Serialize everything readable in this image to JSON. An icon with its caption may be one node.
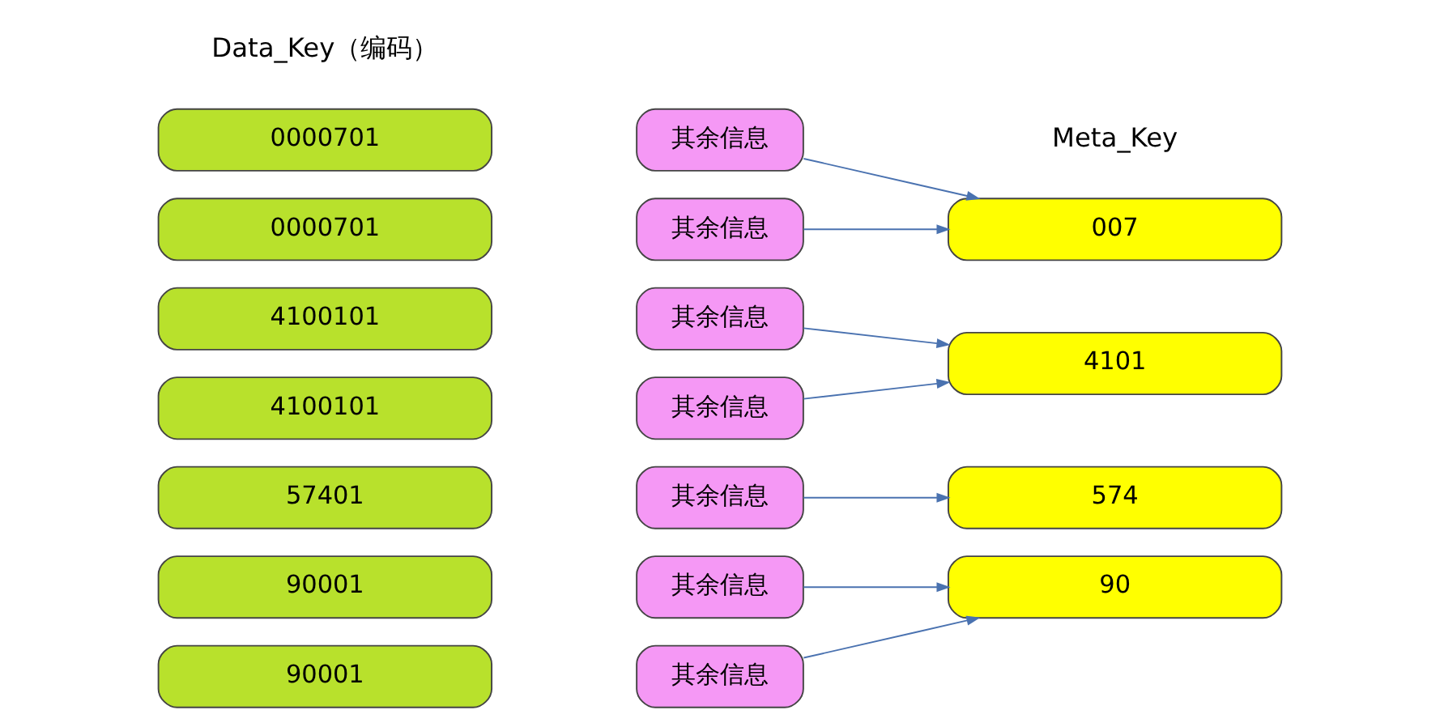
{
  "diagram": {
    "nodes": [
      {
        "text": [
          "0000701"
        ]
      },
      {
        "text": [
          "其余信息"
        ]
      },
      {
        "text": [
          "0000701"
        ]
      },
      {
        "text": [
          "其余信息"
        ]
      },
      {
        "text": [
          "4100101"
        ]
      },
      {
        "text": [
          "其余信息"
        ]
      },
      {
        "text": [
          "4100101"
        ]
      },
      {
        "text": [
          "其余信息"
        ]
      },
      {
        "text": [
          "57401"
        ]
      },
      {
        "text": [
          "其余信息"
        ]
      },
      {
        "text": [
          "90001"
        ]
      },
      {
        "text": [
          "其余信息"
        ]
      },
      {
        "text": [
          "90001"
        ]
      },
      {
        "text": [
          "其余信息"
        ]
      },
      {
        "text": [
          "007"
        ]
      },
      {
        "text": [
          "4101"
        ]
      },
      {
        "text": [
          "574"
        ]
      },
      {
        "text": [
          "90"
        ]
      }
    ],
    "edges": [
      {
        "from": 1,
        "to": 14,
        "arrow": "to"
      },
      {
        "from": 3,
        "to": 14,
        "arrow": "to"
      },
      {
        "from": 5,
        "to": 15,
        "arrow": "to"
      },
      {
        "from": 7,
        "to": 15,
        "arrow": "to"
      },
      {
        "from": 9,
        "to": 16,
        "arrow": "to"
      },
      {
        "from": 11,
        "to": 17,
        "arrow": "to"
      },
      {
        "from": 13,
        "to": 17,
        "arrow": "to"
      }
    ],
    "labels": [
      "Data_Key（编码）",
      "Meta_Key"
    ]
  }
}
